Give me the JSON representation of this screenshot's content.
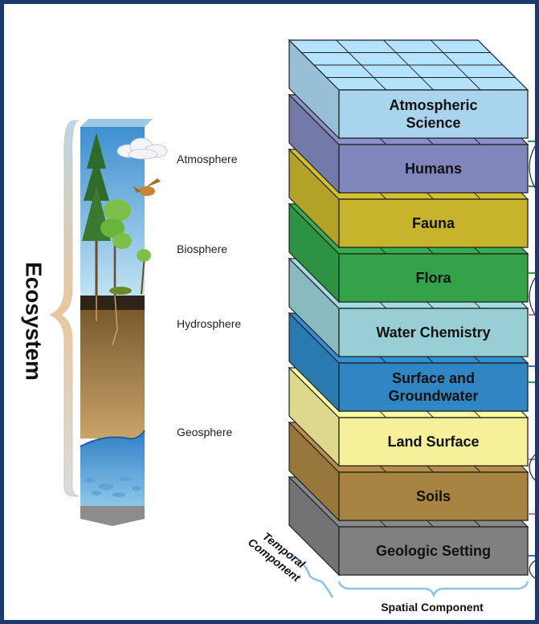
{
  "title": "Ecosystem",
  "spheres": [
    {
      "label": "Atmosphere"
    },
    {
      "label": "Biosphere"
    },
    {
      "label": "Hydrosphere"
    },
    {
      "label": "Geosphere"
    }
  ],
  "layers": [
    {
      "lines": [
        "Atmospheric",
        "Science"
      ],
      "color": "#a8d4ee"
    },
    {
      "lines": [
        "Humans"
      ],
      "color": "#8086bb"
    },
    {
      "lines": [
        "Fauna"
      ],
      "color": "#c7b42c"
    },
    {
      "lines": [
        "Flora"
      ],
      "color": "#33a24a"
    },
    {
      "lines": [
        "Water Chemistry"
      ],
      "color": "#98cfd4"
    },
    {
      "lines": [
        "Surface and",
        "Groundwater"
      ],
      "color": "#2f86c3"
    },
    {
      "lines": [
        "Land Surface"
      ],
      "color": "#f6f09a"
    },
    {
      "lines": [
        "Soils"
      ],
      "color": "#a88442"
    },
    {
      "lines": [
        "Geologic Setting"
      ],
      "color": "#808080"
    }
  ],
  "temporal_label": [
    "Temporal",
    "Component"
  ],
  "spatial_label": "Spatial Component"
}
